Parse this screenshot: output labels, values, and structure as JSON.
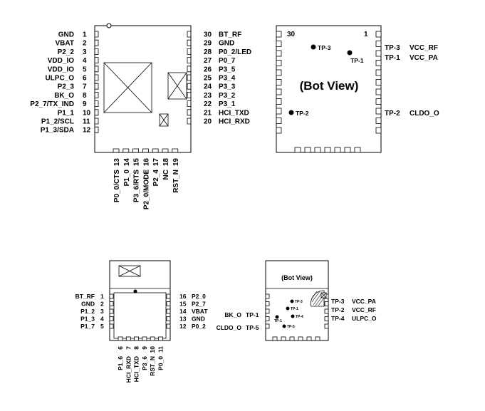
{
  "module_a": {
    "left": [
      {
        "num": "1",
        "name": "GND"
      },
      {
        "num": "2",
        "name": "VBAT"
      },
      {
        "num": "3",
        "name": "P2_2"
      },
      {
        "num": "4",
        "name": "VDD_IO"
      },
      {
        "num": "5",
        "name": "VDD_IO"
      },
      {
        "num": "6",
        "name": "ULPC_O"
      },
      {
        "num": "7",
        "name": "P2_3"
      },
      {
        "num": "8",
        "name": "BK_O"
      },
      {
        "num": "9",
        "name": "P2_7/TX_IND"
      },
      {
        "num": "10",
        "name": "P1_1"
      },
      {
        "num": "11",
        "name": "P1_2/SCL"
      },
      {
        "num": "12",
        "name": "P1_3/SDA"
      }
    ],
    "right": [
      {
        "num": "30",
        "name": "BT_RF"
      },
      {
        "num": "29",
        "name": "GND"
      },
      {
        "num": "28",
        "name": "P0_2/LED"
      },
      {
        "num": "27",
        "name": "P0_7"
      },
      {
        "num": "26",
        "name": "P3_5"
      },
      {
        "num": "25",
        "name": "P3_4"
      },
      {
        "num": "24",
        "name": "P3_3"
      },
      {
        "num": "23",
        "name": "P3_2"
      },
      {
        "num": "22",
        "name": "P3_1"
      },
      {
        "num": "21",
        "name": "HCI_TXD"
      },
      {
        "num": "20",
        "name": "HCI_RXD"
      }
    ],
    "bottom": [
      {
        "num": "13",
        "name": "P0_0/CTS"
      },
      {
        "num": "14",
        "name": "P1_0"
      },
      {
        "num": "15",
        "name": "P3_6/RTS"
      },
      {
        "num": "16",
        "name": "P2_0/MODE"
      },
      {
        "num": "17",
        "name": "P2_4"
      },
      {
        "num": "18",
        "name": "NC"
      },
      {
        "num": "19",
        "name": "RST_N"
      }
    ]
  },
  "module_a_bot": {
    "title": "(Bot View)",
    "corner_left": "30",
    "corner_right": "1",
    "tp": [
      "TP-3",
      "TP-1",
      "TP-2"
    ],
    "right_labels": [
      {
        "tp": "TP-3",
        "name": "VCC_RF"
      },
      {
        "tp": "TP-1",
        "name": "VCC_PA"
      },
      {
        "tp": "TP-2",
        "name": "CLDO_O"
      }
    ]
  },
  "module_b": {
    "left": [
      {
        "num": "1",
        "name": "BT_RF"
      },
      {
        "num": "2",
        "name": "GND"
      },
      {
        "num": "3",
        "name": "P1_2"
      },
      {
        "num": "4",
        "name": "P1_3"
      },
      {
        "num": "5",
        "name": "P1_7"
      }
    ],
    "right": [
      {
        "num": "16",
        "name": "P2_0"
      },
      {
        "num": "15",
        "name": "P2_7"
      },
      {
        "num": "14",
        "name": "VBAT"
      },
      {
        "num": "13",
        "name": "GND"
      },
      {
        "num": "12",
        "name": "P0_2"
      }
    ],
    "bottom": [
      {
        "num": "6",
        "name": "P1_6"
      },
      {
        "num": "7",
        "name": "HCI_RXD"
      },
      {
        "num": "8",
        "name": "HCI_TXD"
      },
      {
        "num": "9",
        "name": "P3_6"
      },
      {
        "num": "10",
        "name": "RST_N"
      },
      {
        "num": "11",
        "name": "P0_0"
      }
    ]
  },
  "module_b_bot": {
    "title": "(Bot View)",
    "tp_small": [
      "TP-3",
      "TP-1",
      "TP-4",
      "TP-1",
      "TP-5"
    ],
    "left_labels": [
      {
        "name": "BK_O",
        "tp": "TP-1"
      },
      {
        "name": "CLDO_O",
        "tp": "TP-5"
      }
    ],
    "right_labels": [
      {
        "tp": "TP-3",
        "name": "VCC_PA"
      },
      {
        "tp": "TP-2",
        "name": "VCC_RF"
      },
      {
        "tp": "TP-4",
        "name": "ULPC_O"
      }
    ]
  }
}
